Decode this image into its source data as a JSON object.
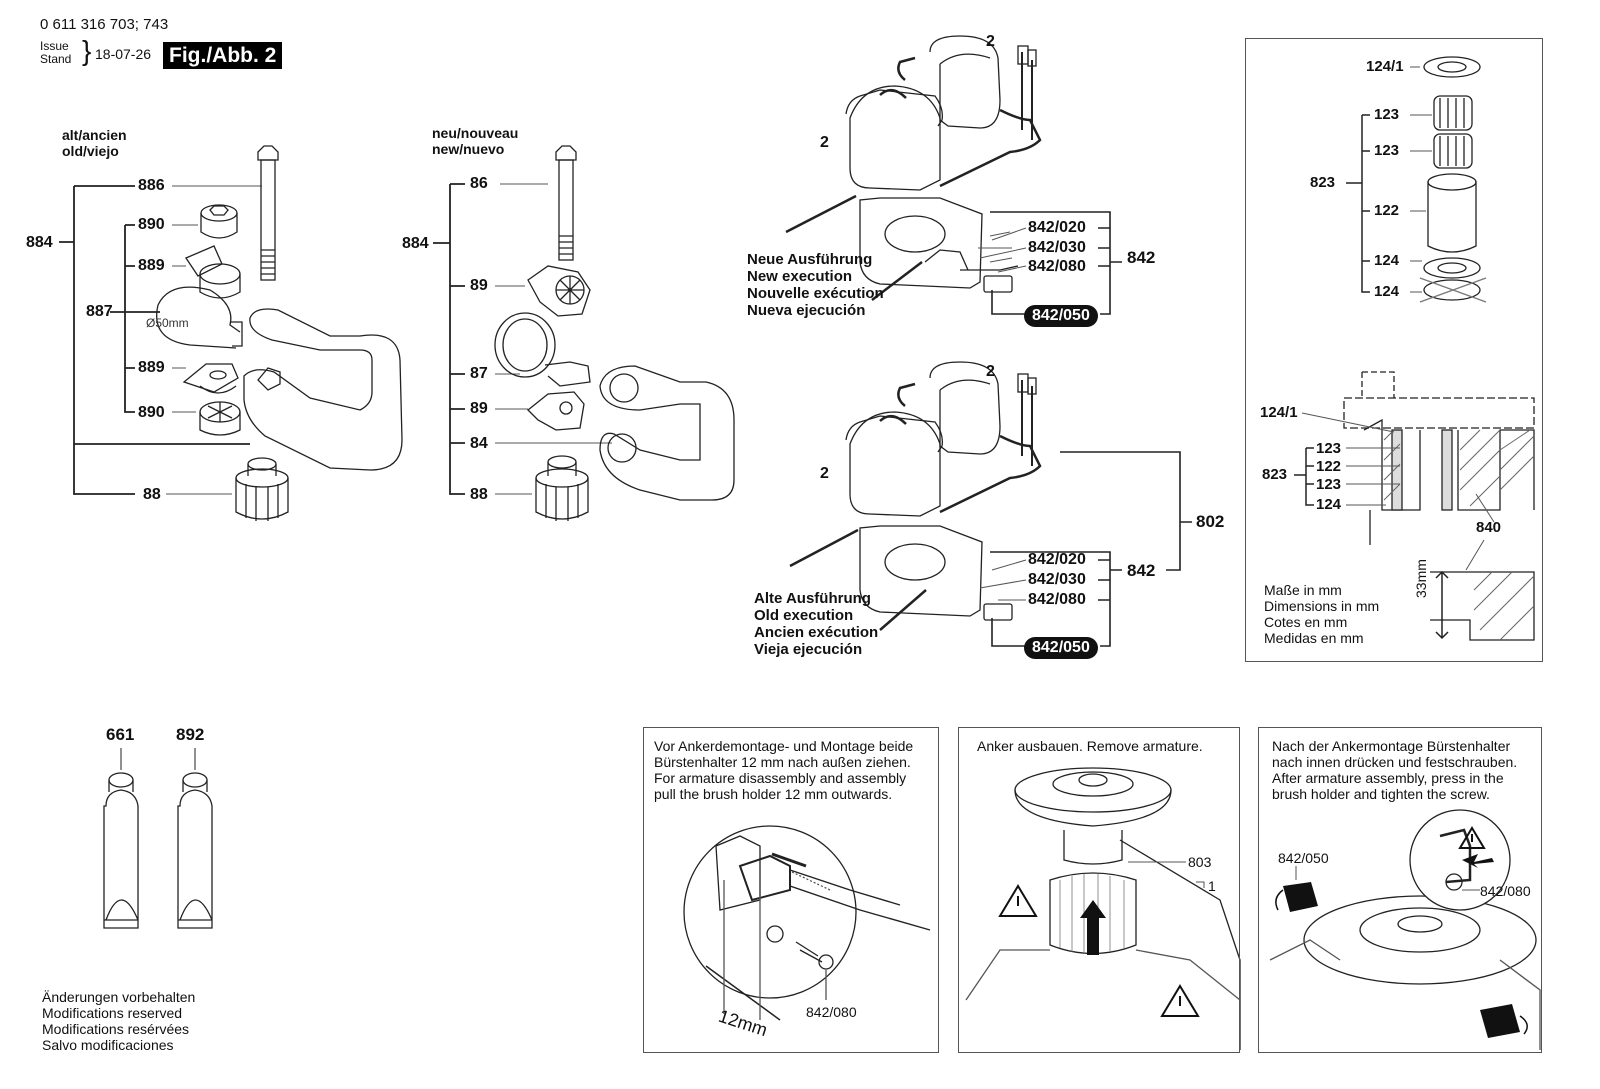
{
  "header": {
    "part_numbers": "0 611 316 703; 743",
    "issue_label_en": "Issue",
    "issue_label_de": "Stand",
    "issue_date": "18-07-26",
    "figure_tag": "Fig./Abb. 2"
  },
  "old_handle": {
    "title_line1": "alt/ancien",
    "title_line2": "old/viejo",
    "labels": {
      "l884": "884",
      "l886": "886",
      "l887": "887",
      "l890a": "890",
      "l889a": "889",
      "l889b": "889",
      "l890b": "890",
      "l88": "88",
      "diameter": "Ø50mm"
    }
  },
  "new_handle": {
    "title_line1": "neu/nouveau",
    "title_line2": "new/nuevo",
    "labels": {
      "l884": "884",
      "l86": "86",
      "l89a": "89",
      "l87": "87",
      "l89b": "89",
      "l84": "84",
      "l88": "88"
    }
  },
  "field_new": {
    "coil_label_a": "2",
    "coil_label_b": "2",
    "caption": [
      "Neue Ausführung",
      "New execution",
      "Nouvelle exécution",
      "Nueva ejecución"
    ],
    "parts": [
      "842/020",
      "842/030",
      "842/080"
    ],
    "badge": "842/050",
    "group": "842"
  },
  "field_old": {
    "coil_label_a": "2",
    "coil_label_b": "2",
    "caption": [
      "Alte Ausführung",
      "Old execution",
      "Ancien exécution",
      "Vieja ejecución"
    ],
    "parts": [
      "842/020",
      "842/030",
      "842/080"
    ],
    "badge": "842/050",
    "group": "842",
    "assembly": "802"
  },
  "bearing_panel": {
    "exploded": {
      "l124_1": "124/1",
      "l823": "823",
      "l123a": "123",
      "l123b": "123",
      "l122": "122",
      "l124a": "124",
      "l124b": "124"
    },
    "section": {
      "l124_1": "124/1",
      "l823": "823",
      "l123a": "123",
      "l122": "122",
      "l123b": "123",
      "l124": "124",
      "l840": "840",
      "dimension": "33mm"
    },
    "units_note": [
      "Maße in mm",
      "Dimensions in mm",
      "Cotes en mm",
      "Medidas en mm"
    ]
  },
  "grease": {
    "l661": "661",
    "l892": "892"
  },
  "disclaimer": [
    "Änderungen vorbehalten",
    "Modifications reserved",
    "Modifications resérvées",
    "Salvo modificaciones"
  ],
  "instructions": [
    {
      "text": [
        "Vor Ankerdemontage- und Montage beide",
        "Bürstenhalter 12 mm nach außen ziehen.",
        "For armature disassembly and assembly",
        "pull the brush holder 12 mm outwards."
      ],
      "part": "842/080",
      "dimension": "12mm"
    },
    {
      "text": [
        "Anker ausbauen. Remove armature."
      ],
      "part_armature": "803",
      "part_housing": "1"
    },
    {
      "text": [
        "Nach der Ankermontage Bürstenhalter",
        "nach innen drücken und festschrauben.",
        "After armature assembly, press in the",
        "brush holder and tighten the screw."
      ],
      "part_brush": "842/050",
      "part_screw": "842/080"
    }
  ]
}
